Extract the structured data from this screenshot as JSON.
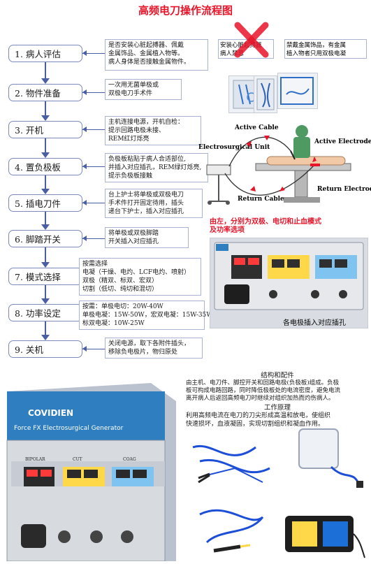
{
  "title": "高频电刀操作流程图",
  "steps": [
    {
      "label": "1. 病人评估",
      "desc": [
        "是否安装心脏起搏器、佩戴",
        "金属饰品、金属植入物等。",
        "病人身体是否接触金属物件。"
      ]
    },
    {
      "label": "2. 物件准备",
      "desc": [
        "一次用无菌单极或",
        "双极电刀手术件"
      ]
    },
    {
      "label": "3. 开机",
      "desc": [
        "主机连接电源，开机自检：",
        "提示回路电极未接、",
        "REM红灯烁亮"
      ]
    },
    {
      "label": "4. 置负极板",
      "desc": [
        "负极板粘贴于病人合适部位,",
        "并插入对应插孔，REM绿灯烁亮,",
        "提示负极板接触"
      ]
    },
    {
      "label": "5. 插电刀件",
      "desc": [
        "台上护士将单极或双极电刀",
        "手术件打开固定待用，插头",
        "递台下护士，插入对应插孔"
      ]
    },
    {
      "label": "6. 脚踏开关",
      "desc": [
        "将单极或双极脚踏",
        "开关插入对应插孔"
      ]
    },
    {
      "label": "7. 模式选择",
      "desc": [
        "按需选择",
        "电凝（干燥、电灼、LCF电灼、喷射）",
        "双极（精双、标双、宏双）",
        "切割（低切、纯切和混切）"
      ]
    },
    {
      "label": "8. 功率设定",
      "desc": [
        "按需：单极电切：20W-40W",
        "单极电凝：15W-50W，宏双电凝：15W-35W",
        "标双电凝：10W-25W"
      ]
    },
    {
      "label": "9. 关机",
      "desc": [
        "关闭电源，取下各附件插头，",
        "移除负电极片，物归原处"
      ]
    }
  ],
  "warnings": {
    "left": [
      "安装心脏起搏器",
      "病人禁忌"
    ],
    "right": [
      "禁戴金属饰品，有金属",
      "植入物者只用双极电凝"
    ]
  },
  "diagram": {
    "active_cable": "Active Cable",
    "active_electrode": "Active Electrode",
    "electrosurgical_unit": "Electrosurgical Unit",
    "return_cable": "Return Cable",
    "return_electrode": "Return Electrode"
  },
  "generator_note": [
    "由左，分别为双极、电切和止血模式",
    "及功率选项"
  ],
  "socket_caption": "各电极插入对应插孔",
  "device": {
    "brand": "COVIDIEN",
    "model": "Force FX  Electrosurgical Generator",
    "panels": [
      "BIPOLAR",
      "CUT",
      "COAG"
    ]
  },
  "info": {
    "structure_title": "结构和配件",
    "structure_text": [
      "由主机、电刀件、脚控开关和回路电极(负极板)组成。负极",
      "板可构成电路回路，同时降低极板处的电流密度，避免电流",
      "离开病人后返回高频电刀时继续对组织加热而灼伤病人。"
    ],
    "principle_title": "工作原理",
    "principle_text": [
      "利用高频电流在电刀的刀尖形成高温和放电，使组织",
      "快速损坏，血液凝固，实现切割组织和凝血作用。"
    ]
  },
  "colors": {
    "title": "#e8152a",
    "step_border": "#7b8ab8",
    "arrow": "#4a5ea6",
    "device_blue": "#2f7fc0"
  }
}
